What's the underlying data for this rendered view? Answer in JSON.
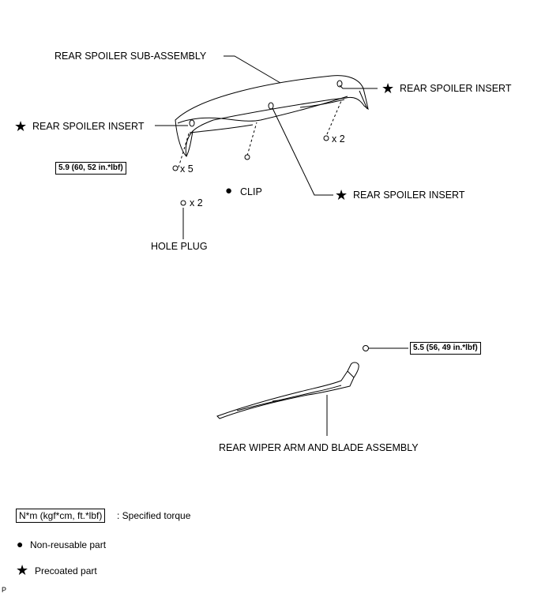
{
  "labels": {
    "spoiler_sub_assembly": "REAR SPOILER SUB-ASSEMBLY",
    "insert_right": "REAR SPOILER INSERT",
    "insert_left": "REAR SPOILER INSERT",
    "insert_center": "REAR SPOILER INSERT",
    "clip": "CLIP",
    "hole_plug": "HOLE PLUG",
    "wiper": "REAR WIPER ARM AND BLADE ASSEMBLY"
  },
  "quantities": {
    "bolts": "x 5",
    "right_part": "x 2",
    "hole_plug": "x 2"
  },
  "torques": {
    "spoiler": "5.9 (60, 52 in.*lbf)",
    "wiper": "5.5 (56, 49 in.*lbf)"
  },
  "legend": {
    "torque_box": "N*m (kgf*cm, ft.*lbf)",
    "torque_text": ": Specified torque",
    "nonreusable": "Non-reusable part",
    "precoated": "Precoated part"
  },
  "footer": "P"
}
